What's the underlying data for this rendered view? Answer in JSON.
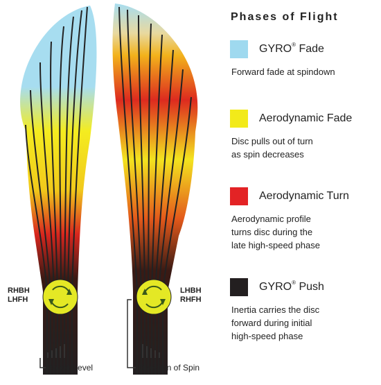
{
  "legend": {
    "title": "Phases of Flight",
    "items": [
      {
        "name": "GYRO",
        "mark": "®",
        "suffix": " Fade",
        "color": "#9fd9ef",
        "lines": [
          "Forward fade at spindown"
        ]
      },
      {
        "name": "Aerodynamic Fade",
        "mark": "",
        "suffix": "",
        "color": "#f2ea1a",
        "lines": [
          "Disc pulls out of turn",
          "as spin decreases"
        ]
      },
      {
        "name": "Aerodynamic Turn",
        "mark": "",
        "suffix": "",
        "color": "#e32325",
        "lines": [
          "Aerodynamic profile",
          "turns disc during the",
          "late high-speed phase"
        ]
      },
      {
        "name": "GYRO",
        "mark": "®",
        "suffix": " Push",
        "color": "#231f20",
        "lines": [
          "Inertia carries the disc",
          "forward during initial",
          "high-speed phase"
        ]
      }
    ]
  },
  "diagram": {
    "left_side_label": [
      "RHBH",
      "LHFH"
    ],
    "right_side_label": [
      "LHBH",
      "RHFH"
    ],
    "power_label": "Power Level",
    "spin_label": "Direction of Spin",
    "power_bars": 5
  }
}
